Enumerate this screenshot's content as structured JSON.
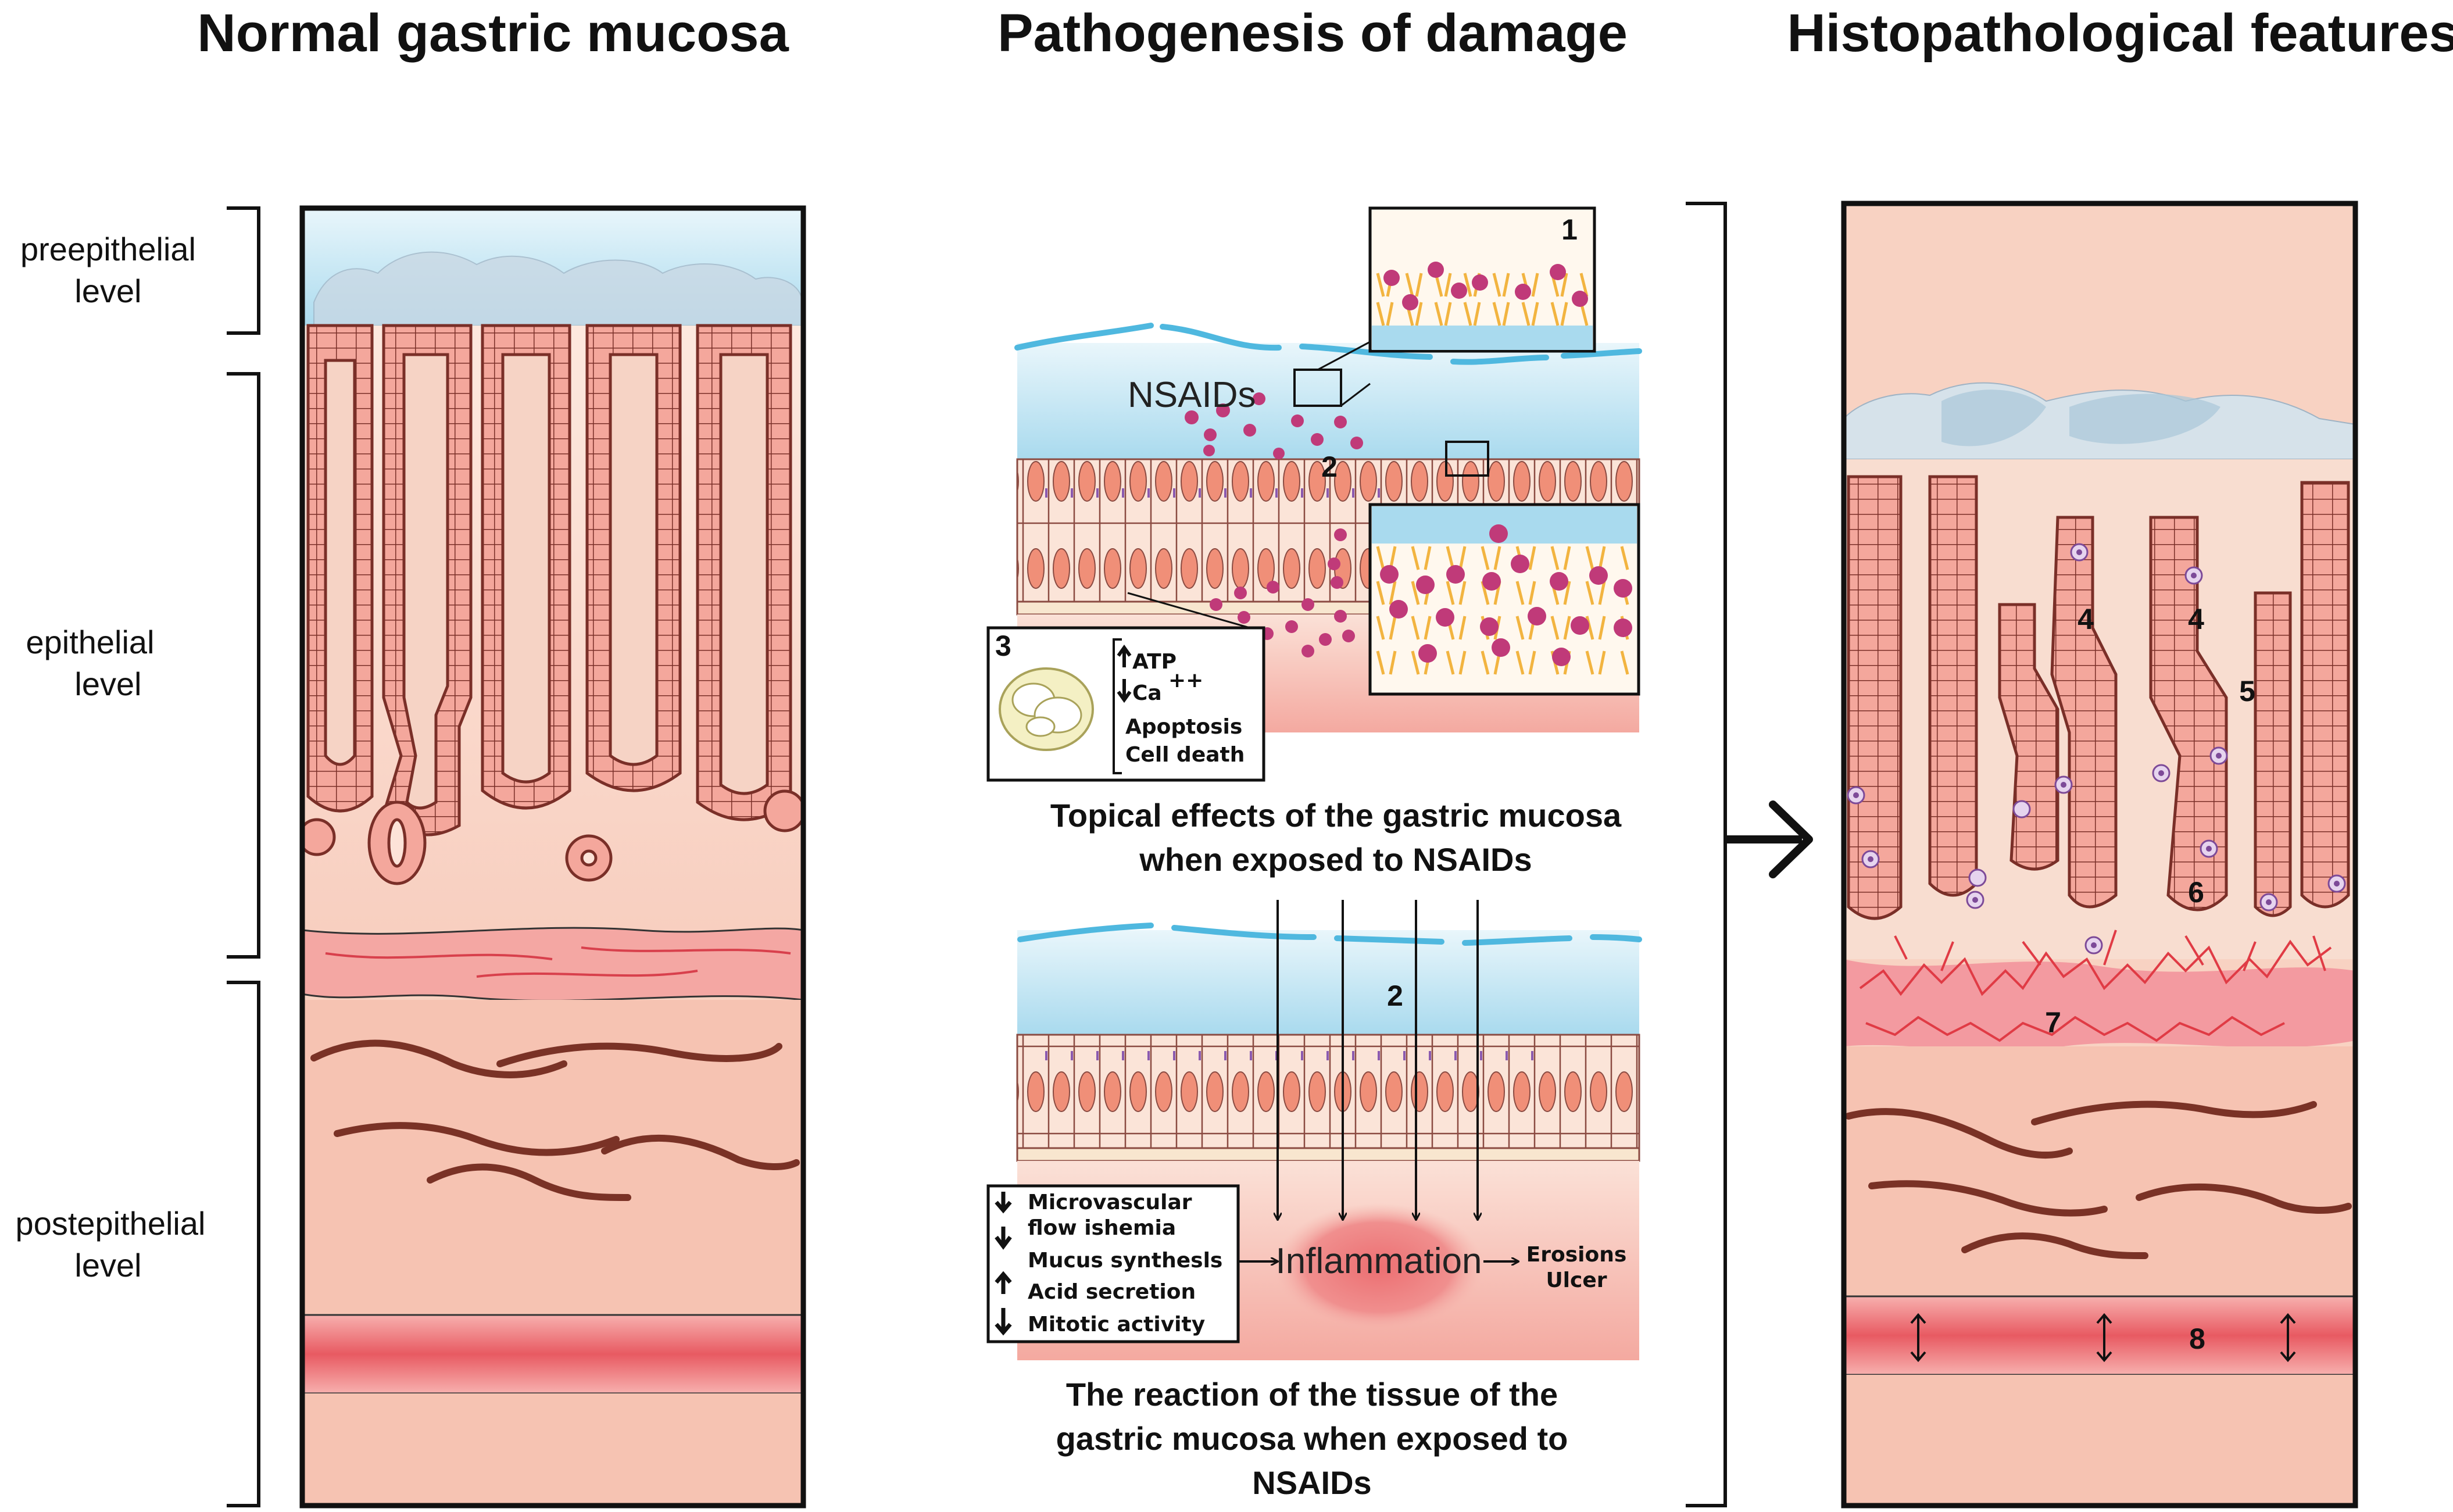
{
  "titles": {
    "normal": "Normal gastric mucosa",
    "pathogenesis": "Pathogenesis of damage",
    "histopathology": "Histopathological features"
  },
  "levels": {
    "preepithelial": [
      "preepithelial",
      "level"
    ],
    "epithelial": [
      "epithelial",
      "level"
    ],
    "postepithelial": [
      "postepithelial",
      "level"
    ]
  },
  "pathogenesis": {
    "nsaids_label": "NSAIDs",
    "markers": {
      "m1": "1",
      "m2": "2",
      "m3": "3",
      "m2b": "2"
    },
    "mito_box": {
      "atp": "ATP",
      "ca": "Ca",
      "ca_sup": "++",
      "apoptosis": "Apoptosis",
      "cell_death": "Cell death"
    },
    "topical_caption": [
      "Topical effects of the gastric mucosa",
      "when exposed to NSAIDs"
    ],
    "reaction_box": {
      "items": [
        {
          "dir": "down",
          "text": [
            "Microvascular",
            "flow ishemia"
          ]
        },
        {
          "dir": "down",
          "text": [
            "Mucus synthesls"
          ]
        },
        {
          "dir": "up",
          "text": [
            "Acid secretion"
          ]
        },
        {
          "dir": "down",
          "text": [
            "Mitotic activity"
          ]
        }
      ]
    },
    "inflammation": "Inflammation",
    "outcome": [
      "Erosions",
      "Ulcer"
    ],
    "reaction_caption": [
      "The reaction of the tissue of the",
      "gastric mucosa when exposed to",
      "NSAIDs"
    ]
  },
  "histology_markers": [
    "4",
    "4",
    "5",
    "6",
    "7",
    "8"
  ],
  "colors": {
    "mucus": "#bfe4f2",
    "epithelium": "#f4a79c",
    "lamina": "#fde3d8",
    "submucosa": "#f6c3b2",
    "fiber": "#7a3226",
    "muscle": "#ef7c7c",
    "nsaid_dot": "#c03a79",
    "lipid": "#f2b440",
    "outline": "#111111"
  }
}
